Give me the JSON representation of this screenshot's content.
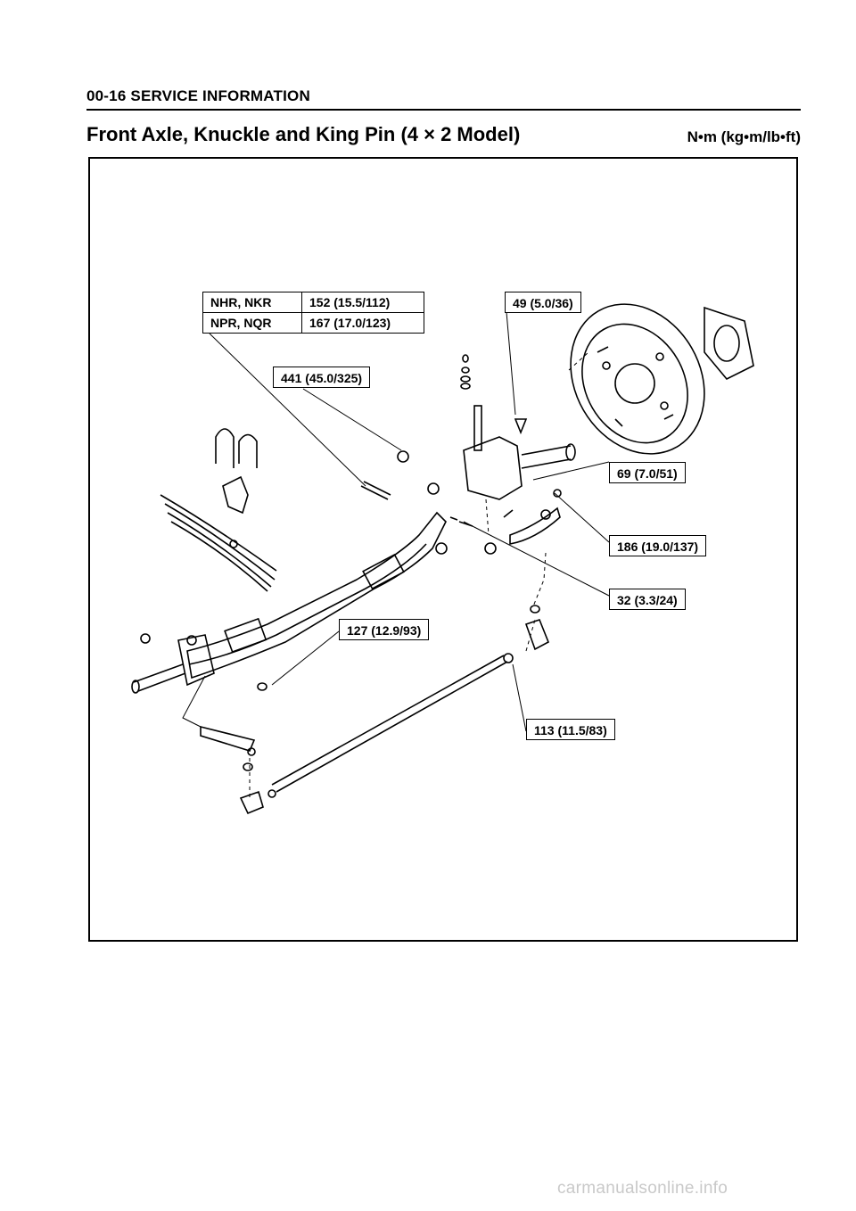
{
  "header": {
    "section": "00-16 SERVICE INFORMATION"
  },
  "title": "Front Axle, Knuckle and King Pin (4 × 2 Model)",
  "units": "N•m (kg•m/lb•ft)",
  "torque_table": [
    {
      "model": "NHR, NKR",
      "torque": "152 (15.5/112)"
    },
    {
      "model": "NPR, NQR",
      "torque": "167 (17.0/123)"
    }
  ],
  "callouts": {
    "c441": "441 (45.0/325)",
    "c49": "49 (5.0/36)",
    "c69": "69 (7.0/51)",
    "c186": "186 (19.0/137)",
    "c32": "32 (3.3/24)",
    "c127": "127 (12.9/93)",
    "c113": "113 (11.5/83)"
  },
  "watermark": "carmanualsonline.info"
}
